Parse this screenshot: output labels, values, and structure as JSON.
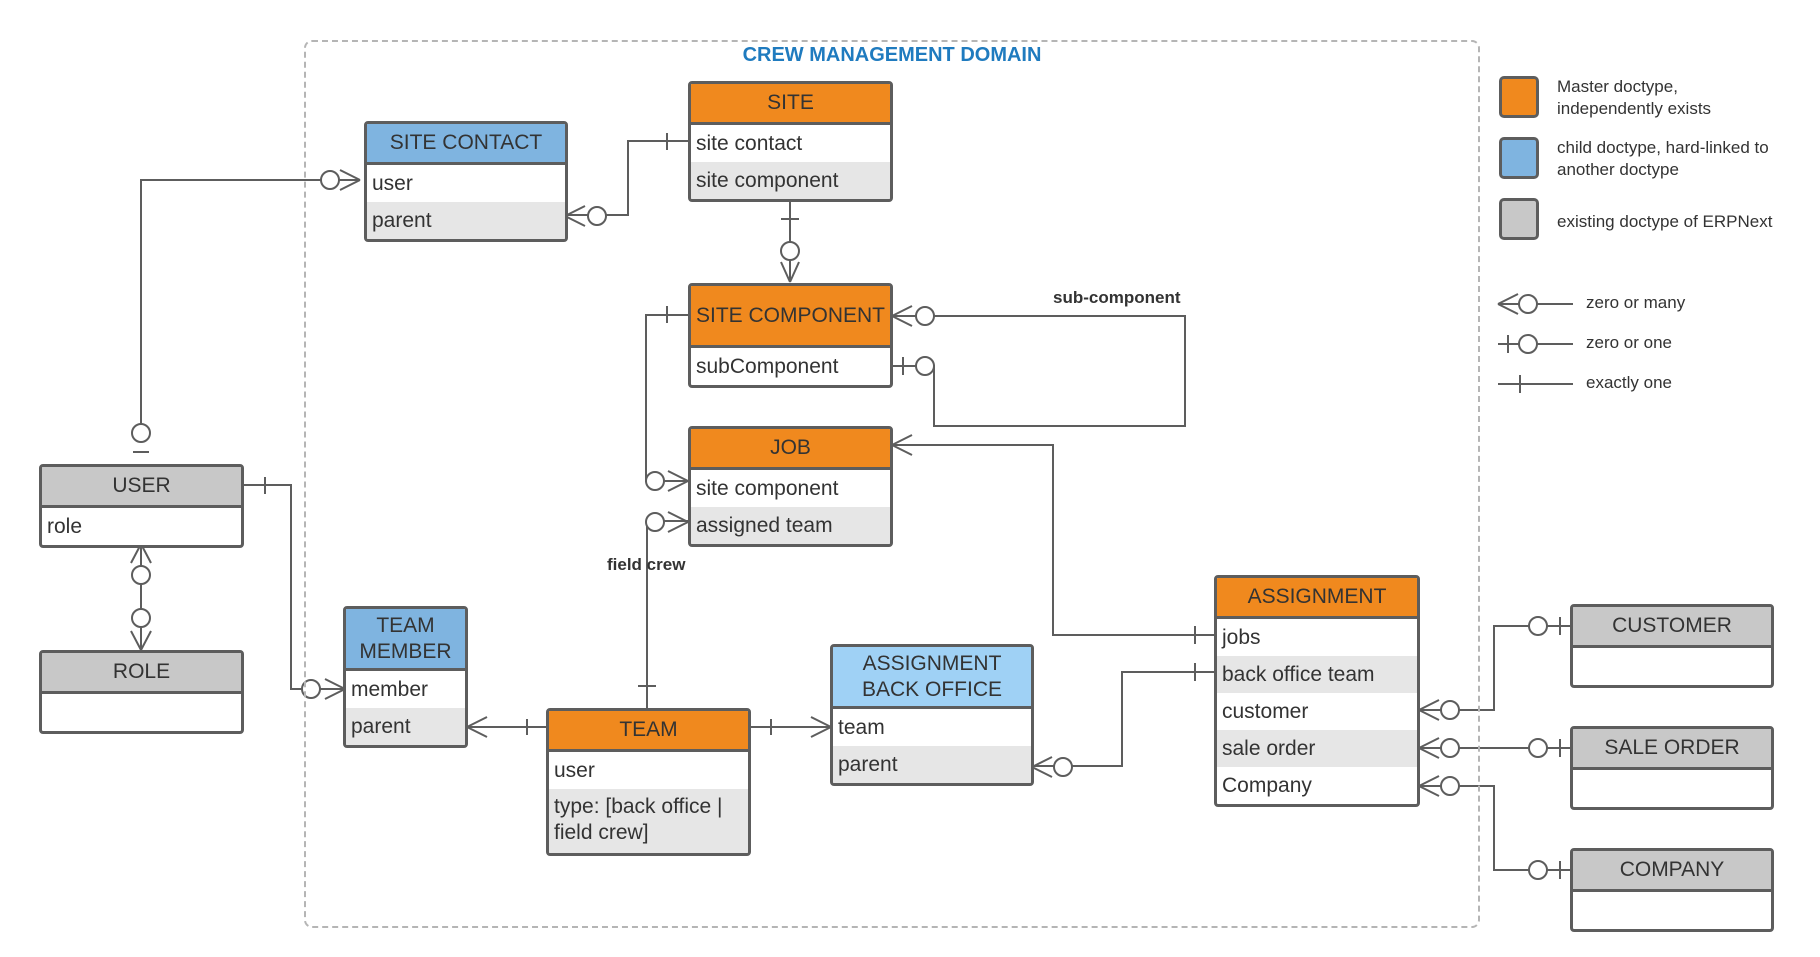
{
  "title": "CREW MANAGEMENT DOMAIN",
  "colors": {
    "master": "#f0891e",
    "child": "#7fb4e0",
    "child_light": "#9fd1f5",
    "existing": "#c8c8c8",
    "title": "#1f7bbf"
  },
  "entities": {
    "site_contact": {
      "title": "SITE CONTACT",
      "fields": [
        "user",
        "parent"
      ]
    },
    "site": {
      "title": "SITE",
      "fields": [
        "site contact",
        "site component"
      ]
    },
    "site_component": {
      "title": "SITE COMPONENT",
      "fields": [
        "subComponent"
      ]
    },
    "job": {
      "title": "JOB",
      "fields": [
        "site component",
        "assigned team"
      ]
    },
    "user": {
      "title": "USER",
      "fields": [
        "role"
      ]
    },
    "role": {
      "title": "ROLE"
    },
    "team_member": {
      "title": "TEAM MEMBER",
      "fields": [
        "member",
        "parent"
      ]
    },
    "team": {
      "title": "TEAM",
      "fields": [
        "user",
        "type: [back office | field crew]"
      ]
    },
    "assignment_back_office": {
      "title": "ASSIGNMENT BACK OFFICE",
      "fields": [
        "team",
        "parent"
      ]
    },
    "assignment": {
      "title": "ASSIGNMENT",
      "fields": [
        "jobs",
        "back office team",
        "customer",
        "sale order",
        "Company"
      ]
    },
    "customer": {
      "title": "CUSTOMER"
    },
    "sale_order": {
      "title": "SALE ORDER"
    },
    "company": {
      "title": "COMPANY"
    }
  },
  "labels": {
    "sub_component": "sub-component",
    "field_crew": "field crew"
  },
  "legend": {
    "master": "Master doctype, independently exists",
    "child": "child doctype, hard-linked to another doctype",
    "existing": "existing doctype of ERPNext",
    "zero_or_many": "zero or many",
    "zero_or_one": "zero or one",
    "exactly_one": "exactly one"
  }
}
